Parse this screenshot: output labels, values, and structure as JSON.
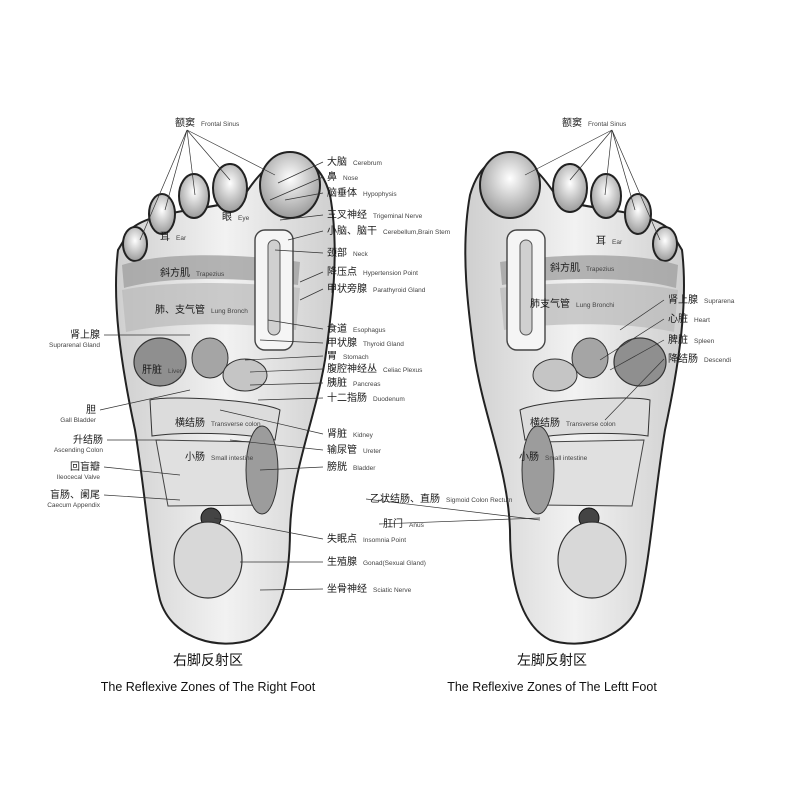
{
  "right_foot": {
    "title_zh": "右脚反射区",
    "title_en": "The Reflexive Zones of The Right Foot",
    "labels": [
      {
        "id": "frontal-sinus",
        "zh": "额窦",
        "en": "Frontal Sinus"
      },
      {
        "id": "ear",
        "zh": "耳",
        "en": "Ear"
      },
      {
        "id": "eye",
        "zh": "眼",
        "en": "Eye"
      },
      {
        "id": "trapezius",
        "zh": "斜方肌",
        "en": "Trapezius"
      },
      {
        "id": "lung-bronch",
        "zh": "肺、支气管",
        "en": "Lung Bronch"
      },
      {
        "id": "suprarenal",
        "zh": "肾上腺",
        "en": "Suprarenal Gland"
      },
      {
        "id": "liver",
        "zh": "肝脏",
        "en": "Liver"
      },
      {
        "id": "gall-bladder",
        "zh": "胆",
        "en": "Gall Bladder"
      },
      {
        "id": "transverse-colon",
        "zh": "横结肠",
        "en": "Transverse colon"
      },
      {
        "id": "ascending-colon",
        "zh": "升结肠",
        "en": "Ascending Colon"
      },
      {
        "id": "small-intestine",
        "zh": "小肠",
        "en": "Small intestine"
      },
      {
        "id": "ileocecal",
        "zh": "回盲瓣",
        "en": "Ileocecal Valve"
      },
      {
        "id": "caecum",
        "zh": "盲肠、阑尾",
        "en": "Caecum Appendix"
      }
    ]
  },
  "center_labels": [
    {
      "id": "cerebrum",
      "zh": "大脑",
      "en": "Cerebrum"
    },
    {
      "id": "nose",
      "zh": "鼻",
      "en": "Nose"
    },
    {
      "id": "hypophysis",
      "zh": "脑垂体",
      "en": "Hypophysis"
    },
    {
      "id": "trigeminal",
      "zh": "三叉神经",
      "en": "Trigeminal Nerve"
    },
    {
      "id": "cerebellum",
      "zh": "小脑、脑干",
      "en": "Cerebellum,Brain Stem"
    },
    {
      "id": "neck",
      "zh": "颈部",
      "en": "Neck"
    },
    {
      "id": "hypertension",
      "zh": "降压点",
      "en": "Hypertension Point"
    },
    {
      "id": "parathyroid",
      "zh": "甲状旁腺",
      "en": "Parathyroid Gland"
    },
    {
      "id": "esophagus",
      "zh": "食道",
      "en": "Esophagus"
    },
    {
      "id": "thyroid",
      "zh": "甲状腺",
      "en": "Thyroid Gland"
    },
    {
      "id": "stomach",
      "zh": "胃",
      "en": "Stomach"
    },
    {
      "id": "celiac",
      "zh": "腹腔神经丛",
      "en": "Celiac Plexus"
    },
    {
      "id": "pancreas",
      "zh": "胰脏",
      "en": "Pancreas"
    },
    {
      "id": "duodenum",
      "zh": "十二指肠",
      "en": "Duodenum"
    },
    {
      "id": "kidney",
      "zh": "肾脏",
      "en": "Kidney"
    },
    {
      "id": "ureter",
      "zh": "输尿管",
      "en": "Ureter"
    },
    {
      "id": "bladder",
      "zh": "膀胱",
      "en": "Bladder"
    },
    {
      "id": "sigmoid",
      "zh": "乙状结肠、直肠",
      "en": "Sigmoid Colon Rectum"
    },
    {
      "id": "anus",
      "zh": "肛门",
      "en": "Anus"
    },
    {
      "id": "insomnia",
      "zh": "失眠点",
      "en": "Insomnia Point"
    },
    {
      "id": "gonad",
      "zh": "生殖腺",
      "en": "Gonad(Sexual Gland)"
    },
    {
      "id": "sciatic",
      "zh": "坐骨神经",
      "en": "Sciatic Nerve"
    }
  ],
  "left_foot": {
    "title_zh": "左脚反射区",
    "title_en": "The Reflexive Zones of The Leftt Foot",
    "labels": [
      {
        "id": "frontal-sinus",
        "zh": "额窦",
        "en": "Frontal Sinus"
      },
      {
        "id": "trapezius",
        "zh": "斜方肌",
        "en": "Trapezius"
      },
      {
        "id": "ear",
        "zh": "耳",
        "en": "Ear"
      },
      {
        "id": "lung-bronch",
        "zh": "肺支气管",
        "en": "Lung Bronchi"
      },
      {
        "id": "suprarena",
        "zh": "肾上腺",
        "en": "Suprarena"
      },
      {
        "id": "heart",
        "zh": "心脏",
        "en": "Heart"
      },
      {
        "id": "spleen",
        "zh": "脾脏",
        "en": "Spleen"
      },
      {
        "id": "descend",
        "zh": "降结肠",
        "en": "Descendi"
      },
      {
        "id": "transverse-colon",
        "zh": "横结肠",
        "en": "Transverse colon"
      },
      {
        "id": "small-intestine",
        "zh": "小肠",
        "en": "Small intestine"
      }
    ]
  },
  "colors": {
    "foot_fill": "#e9e9e9",
    "organ_fill": "#a9a9a9",
    "outline": "#222222"
  }
}
